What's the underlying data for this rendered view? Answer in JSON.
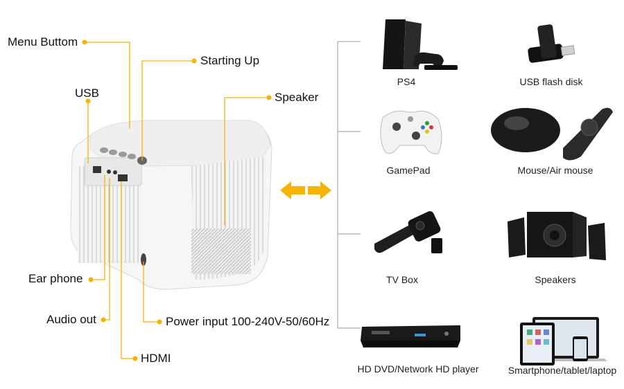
{
  "callouts": {
    "menu": "Menu Buttom",
    "starting": "Starting Up",
    "usb": "USB",
    "speaker": "Speaker",
    "earphone": "Ear phone",
    "audio": "Audio out",
    "power": "Power input 100-240V-50/60Hz",
    "hdmi": "HDMI"
  },
  "devices": {
    "ps4": "PS4",
    "usb_disk": "USB flash disk",
    "gamepad": "GamePad",
    "mouse": "Mouse/Air mouse",
    "tvbox": "TV Box",
    "speakers": "Speakers",
    "dvd": "HD DVD/Network HD player",
    "smart": "Smartphone/tablet/laptop"
  },
  "colors": {
    "accent": "#f5b400",
    "bracket": "#999999"
  }
}
